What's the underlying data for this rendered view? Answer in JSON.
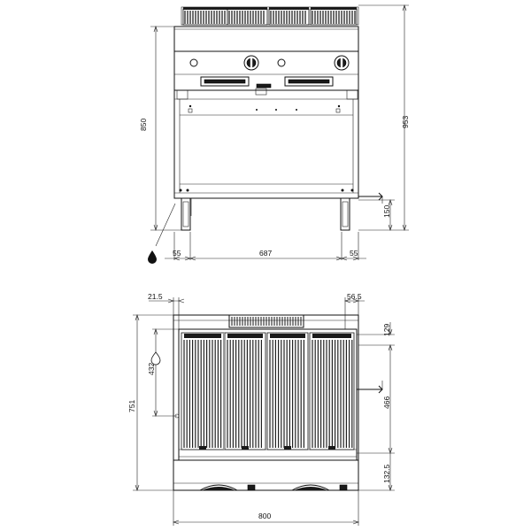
{
  "front_view": {
    "height_total": "953",
    "height_to_top": "850",
    "leg_height": "150",
    "inner_width": "687",
    "side_left": "55",
    "side_right": "55"
  },
  "top_view": {
    "depth_total": "751",
    "offset_left": "21.5",
    "offset_right": "56.5",
    "depth_back": "129",
    "grease_pos": "432",
    "water_pos": "466",
    "depth_front": "132.5",
    "width_total": "800"
  },
  "colors": {
    "line": "#111111",
    "fill_grey": "#cfcfcf",
    "fill_dark": "#1a1a1a"
  },
  "icons": [
    "water-drop-icon",
    "gas-inlet-icon",
    "water-inlet-icon"
  ]
}
